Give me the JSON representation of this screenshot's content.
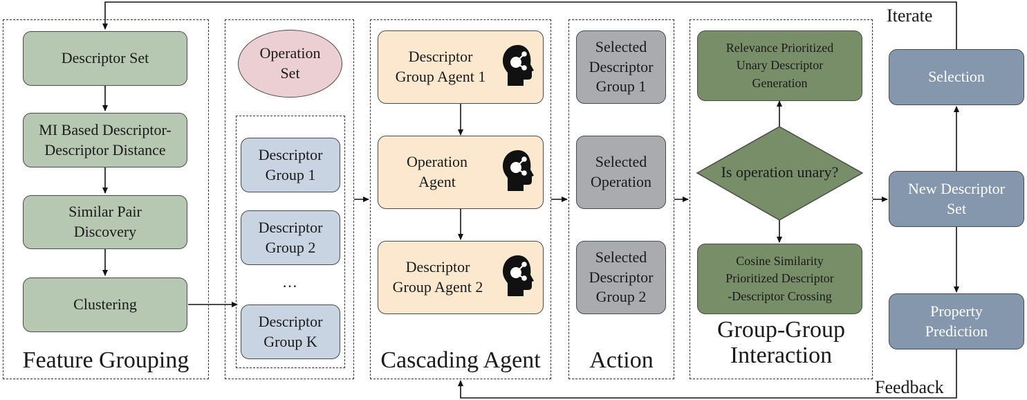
{
  "labels": {
    "iterate": "Iterate",
    "feedback": "Feedback"
  },
  "feature_grouping": {
    "title": "Feature Grouping",
    "steps": [
      "Descriptor Set",
      "MI Based Descriptor-\nDescriptor Distance",
      "Similar Pair\nDiscovery",
      "Clustering"
    ]
  },
  "operation_column": {
    "operation_set": "Operation\nSet",
    "groups": [
      "Descriptor\nGroup 1",
      "Descriptor\nGroup 2",
      "Descriptor\nGroup K"
    ],
    "ellipsis": "…"
  },
  "cascading_agent": {
    "title": "Cascading Agent",
    "agents": [
      "Descriptor\nGroup Agent 1",
      "Operation\nAgent",
      "Descriptor\nGroup Agent 2"
    ],
    "icon": "head-brain-icon"
  },
  "action": {
    "title": "Action",
    "items": [
      "Selected\nDescriptor\nGroup 1",
      "Selected\nOperation",
      "Selected\nDescriptor\nGroup 2"
    ]
  },
  "group_interaction": {
    "title": "Group-Group\nInteraction",
    "unary": "Relevance Prioritized\nUnary Descriptor\nGeneration",
    "decision": "Is operation unary?",
    "crossing": "Cosine Similarity\nPrioritized Descriptor\n-Descriptor Crossing"
  },
  "output": {
    "selection": "Selection",
    "new_set": "New Descriptor\nSet",
    "prediction": "Property\nPrediction"
  },
  "colors": {
    "feature_green": "#b6c8b1",
    "group_blue": "#c8d4e1",
    "agent_cream": "#fbe8cf",
    "action_gray": "#a9abae",
    "interaction_green": "#788e68",
    "output_slate": "#8497ad",
    "operation_pink": "#ebcfd3"
  }
}
